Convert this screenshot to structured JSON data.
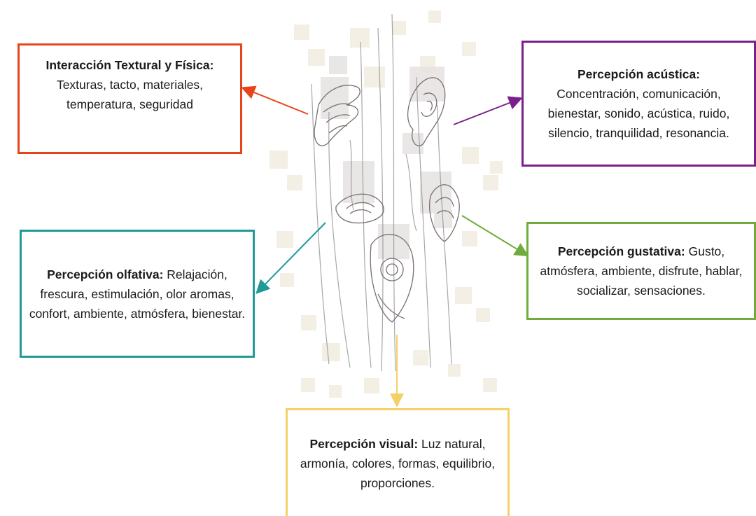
{
  "colors": {
    "tactil": "#e8441b",
    "acustica": "#7b1f8c",
    "olfativa": "#1f9a96",
    "gustativa": "#6fac3d",
    "visual": "#f4d167"
  },
  "boxes": {
    "tactil": {
      "title": "Interacción Textural y Física:",
      "text": "Texturas, tacto, materiales, temperatura, seguridad"
    },
    "acustica": {
      "title": "Percepción acústica:",
      "text": "Concentración, comunicación, bienestar, sonido, acústica, ruido, silencio, tranquilidad, resonancia."
    },
    "olfativa": {
      "title": "Percepción olfativa:",
      "text": "Relajación, frescura, estimulación, olor aromas, confort, ambiente, atmósfera, bienestar."
    },
    "gustativa": {
      "title": "Percepción gustativa:",
      "text": "Gusto, atmósfera, ambiente, disfrute, hablar, socializar, sensaciones."
    },
    "visual": {
      "title": "Percepción visual:",
      "text": "Luz natural, armonía, colores, formas, equilibrio, proporciones."
    }
  }
}
